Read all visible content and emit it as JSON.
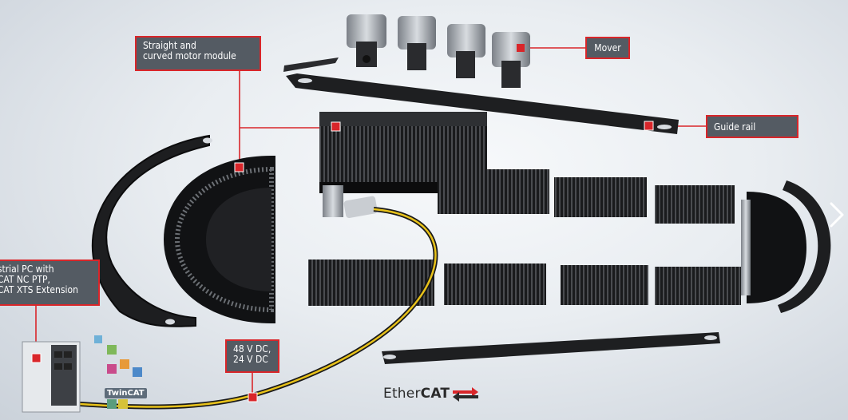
{
  "callouts": {
    "motor_module": [
      "Straight and",
      "curved motor module"
    ],
    "mover": "Mover",
    "guide_rail": "Guide rail",
    "industrial_pc": [
      "ustrial PC with",
      "nCAT NC PTP,",
      "nCAT XTS Extension"
    ],
    "power": [
      "48 V DC,",
      "24 V DC"
    ]
  },
  "logos": {
    "ethercat_prefix": "Ether",
    "ethercat_bold": "CAT",
    "twincat": "TwinCAT"
  },
  "colors": {
    "accent": "#d9262a",
    "label_bg": "#545b63",
    "cable": "#e8c21a",
    "component_dark": "#1c1d1f"
  },
  "icons": [
    "chevron-right-icon",
    "ethercat-arrows-icon"
  ]
}
